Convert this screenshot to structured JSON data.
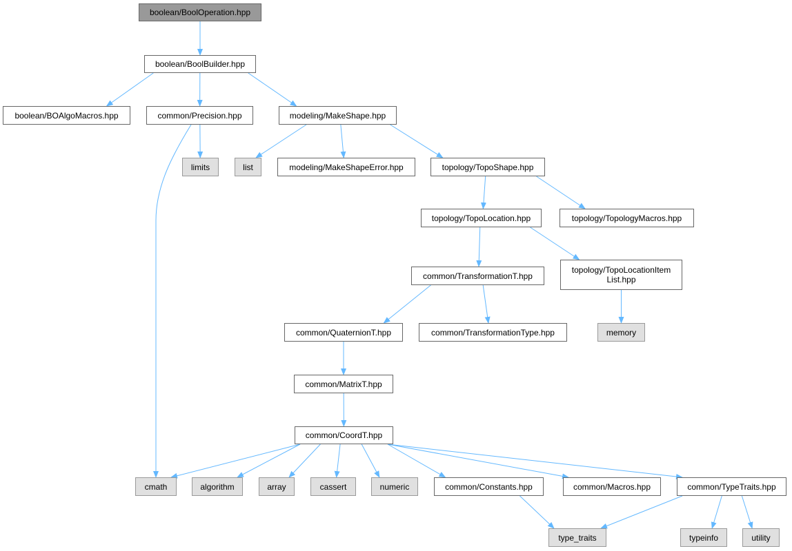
{
  "graph": {
    "colors": {
      "edge": "#63b8ff",
      "root_fill": "#999999",
      "system_fill": "#e0e0e0",
      "local_fill": "#ffffff",
      "border": "#666666"
    },
    "nodes": [
      {
        "id": "BoolOperation",
        "label": "boolean/BoolOperation.hpp",
        "kind": "root"
      },
      {
        "id": "BoolBuilder",
        "label": "boolean/BoolBuilder.hpp",
        "kind": "local"
      },
      {
        "id": "BOAlgoMacros",
        "label": "boolean/BOAlgoMacros.hpp",
        "kind": "local"
      },
      {
        "id": "Precision",
        "label": "common/Precision.hpp",
        "kind": "local"
      },
      {
        "id": "MakeShape",
        "label": "modeling/MakeShape.hpp",
        "kind": "local"
      },
      {
        "id": "limits",
        "label": "limits",
        "kind": "system"
      },
      {
        "id": "list",
        "label": "list",
        "kind": "system"
      },
      {
        "id": "MakeShapeError",
        "label": "modeling/MakeShapeError.hpp",
        "kind": "local"
      },
      {
        "id": "TopoShape",
        "label": "topology/TopoShape.hpp",
        "kind": "local"
      },
      {
        "id": "TopoLocation",
        "label": "topology/TopoLocation.hpp",
        "kind": "local"
      },
      {
        "id": "TopologyMacros",
        "label": "topology/TopologyMacros.hpp",
        "kind": "local"
      },
      {
        "id": "TransformationT",
        "label": "common/TransformationT.hpp",
        "kind": "local"
      },
      {
        "id": "TopoLocationItemList",
        "label": "topology/TopoLocationItem\nList.hpp",
        "kind": "local"
      },
      {
        "id": "QuaternionT",
        "label": "common/QuaternionT.hpp",
        "kind": "local"
      },
      {
        "id": "TransformationType",
        "label": "common/TransformationType.hpp",
        "kind": "local"
      },
      {
        "id": "memory",
        "label": "memory",
        "kind": "system"
      },
      {
        "id": "MatrixT",
        "label": "common/MatrixT.hpp",
        "kind": "local"
      },
      {
        "id": "CoordT",
        "label": "common/CoordT.hpp",
        "kind": "local"
      },
      {
        "id": "cmath",
        "label": "cmath",
        "kind": "system"
      },
      {
        "id": "algorithm",
        "label": "algorithm",
        "kind": "system"
      },
      {
        "id": "array",
        "label": "array",
        "kind": "system"
      },
      {
        "id": "cassert",
        "label": "cassert",
        "kind": "system"
      },
      {
        "id": "numeric",
        "label": "numeric",
        "kind": "system"
      },
      {
        "id": "Constants",
        "label": "common/Constants.hpp",
        "kind": "local"
      },
      {
        "id": "Macros",
        "label": "common/Macros.hpp",
        "kind": "local"
      },
      {
        "id": "TypeTraits",
        "label": "common/TypeTraits.hpp",
        "kind": "local"
      },
      {
        "id": "type_traits",
        "label": "type_traits",
        "kind": "system"
      },
      {
        "id": "typeinfo",
        "label": "typeinfo",
        "kind": "system"
      },
      {
        "id": "utility",
        "label": "utility",
        "kind": "system"
      }
    ],
    "edges": [
      [
        "BoolOperation",
        "BoolBuilder"
      ],
      [
        "BoolBuilder",
        "BOAlgoMacros"
      ],
      [
        "BoolBuilder",
        "Precision"
      ],
      [
        "BoolBuilder",
        "MakeShape"
      ],
      [
        "Precision",
        "limits"
      ],
      [
        "Precision",
        "cmath"
      ],
      [
        "MakeShape",
        "list"
      ],
      [
        "MakeShape",
        "MakeShapeError"
      ],
      [
        "MakeShape",
        "TopoShape"
      ],
      [
        "TopoShape",
        "TopoLocation"
      ],
      [
        "TopoShape",
        "TopologyMacros"
      ],
      [
        "TopoLocation",
        "TransformationT"
      ],
      [
        "TopoLocation",
        "TopoLocationItemList"
      ],
      [
        "TopoLocationItemList",
        "memory"
      ],
      [
        "TransformationT",
        "QuaternionT"
      ],
      [
        "TransformationT",
        "TransformationType"
      ],
      [
        "QuaternionT",
        "MatrixT"
      ],
      [
        "MatrixT",
        "CoordT"
      ],
      [
        "CoordT",
        "cmath"
      ],
      [
        "CoordT",
        "algorithm"
      ],
      [
        "CoordT",
        "array"
      ],
      [
        "CoordT",
        "cassert"
      ],
      [
        "CoordT",
        "numeric"
      ],
      [
        "CoordT",
        "Constants"
      ],
      [
        "CoordT",
        "Macros"
      ],
      [
        "CoordT",
        "TypeTraits"
      ],
      [
        "Constants",
        "type_traits"
      ],
      [
        "TypeTraits",
        "type_traits"
      ],
      [
        "TypeTraits",
        "typeinfo"
      ],
      [
        "TypeTraits",
        "utility"
      ]
    ]
  }
}
